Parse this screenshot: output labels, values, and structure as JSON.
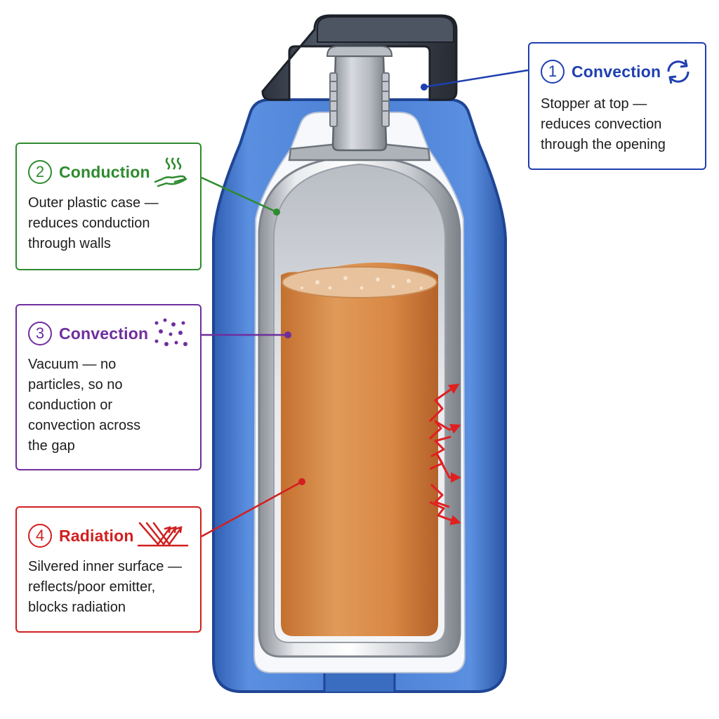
{
  "callouts": [
    {
      "num": "1",
      "title": "Convection",
      "lines": [
        "Stopper at top —",
        "reduces convection",
        "through the opening"
      ],
      "color": "#1f3fb0",
      "icon": "cycle-arrows-icon"
    },
    {
      "num": "2",
      "title": "Conduction",
      "lines": [
        "Outer plastic case —",
        "reduces conduction",
        "through walls"
      ],
      "color": "#2e8b2e",
      "icon": "heat-hand-icon"
    },
    {
      "num": "3",
      "title": "Convection",
      "lines": [
        "Vacuum — no",
        "particles, so no",
        "conduction or",
        "convection across",
        "the gap"
      ],
      "color": "#6f2e9e",
      "icon": "particles-icon"
    },
    {
      "num": "4",
      "title": "Radiation",
      "lines": [
        "Silvered inner surface —",
        "reflects/poor emitter,",
        "blocks radiation"
      ],
      "color": "#d21f1f",
      "icon": "reflected-rays-icon"
    }
  ],
  "colors": {
    "outer_case": "#3f73c7",
    "stopper_cap": "#3a4250",
    "liquid": "#d9894a",
    "silver": "#c9ccd1",
    "radiation_arrows": "#e02020"
  }
}
